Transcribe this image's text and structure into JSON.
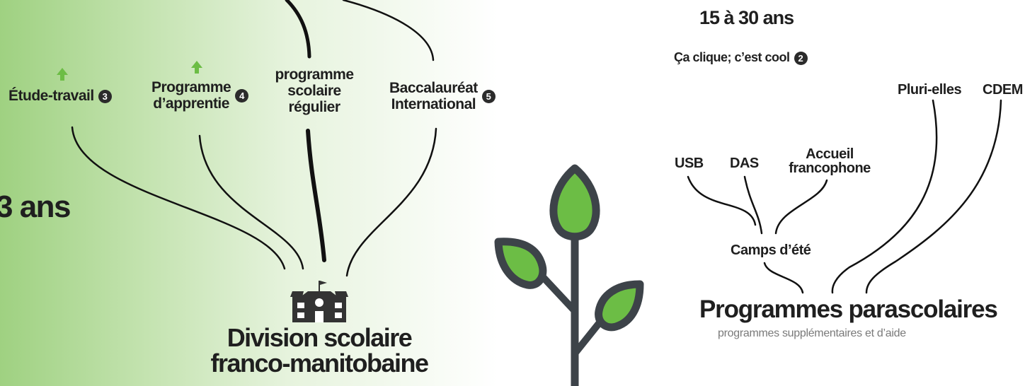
{
  "left": {
    "age_label": "3 ans",
    "nodes": [
      {
        "label": "Étude-travail",
        "badge": "3"
      },
      {
        "label_line1": "Programme",
        "label_line2": "d’apprentie",
        "badge": "4"
      },
      {
        "label_line1": "programme",
        "label_line2": "scolaire",
        "label_line3": "régulier"
      },
      {
        "label_line1": "Baccalauréat",
        "label_line2": "International",
        "badge": "5"
      }
    ],
    "root": {
      "line1": "Division scolaire",
      "line2": "franco-manitobaine",
      "icon": "school-icon"
    }
  },
  "right": {
    "age_label": "15 à 30 ans",
    "item": {
      "label": "Ça clique; c’est cool",
      "badge": "2"
    },
    "nodes": [
      "Pluri-elles",
      "CDEM",
      "USB",
      "DAS"
    ],
    "accueil": {
      "line1": "Accueil",
      "line2": "francophone"
    },
    "camps": "Camps d’été",
    "root": {
      "title": "Programmes parascolaires",
      "subtitle": "programmes supplémentaires et d’aide"
    }
  },
  "colors": {
    "accent_green": "#6cbd45",
    "dark": "#3d4349",
    "text": "#1f1f1f"
  },
  "icons": [
    "up-arrow-icon",
    "school-icon",
    "sprout-icon"
  ]
}
